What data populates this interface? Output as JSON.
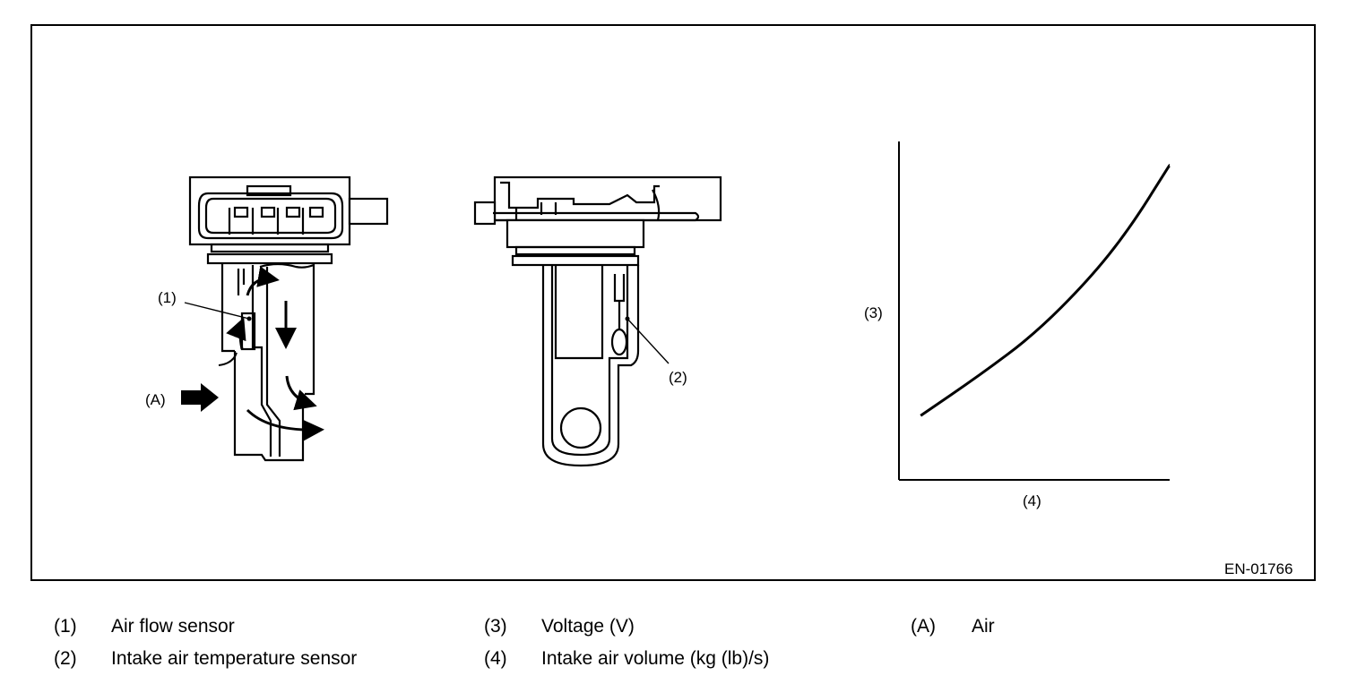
{
  "figure": {
    "callouts": {
      "air_flow_sensor": "(1)",
      "intake_air_temp_sensor": "(2)",
      "voltage_axis": "(3)",
      "volume_axis": "(4)",
      "air": "(A)"
    },
    "code": "EN-01766"
  },
  "legend": {
    "col1": [
      {
        "key": "(1)",
        "text": "Air flow sensor"
      },
      {
        "key": "(2)",
        "text": "Intake air temperature sensor"
      }
    ],
    "col2": [
      {
        "key": "(3)",
        "text": "Voltage (V)"
      },
      {
        "key": "(4)",
        "text": "Intake air volume (kg (lb)/s)"
      }
    ],
    "col3": [
      {
        "key": "(A)",
        "text": "Air"
      }
    ]
  },
  "chart_data": {
    "type": "line",
    "xlabel": "(4)",
    "ylabel": "(3)",
    "series": [
      {
        "x": [
          0.08,
          0.3,
          0.5,
          0.7,
          0.85,
          1.0
        ],
        "y": [
          0.19,
          0.31,
          0.43,
          0.59,
          0.74,
          0.93
        ]
      }
    ],
    "xlim": [
      0,
      1
    ],
    "ylim": [
      0,
      1
    ],
    "grid": false
  }
}
